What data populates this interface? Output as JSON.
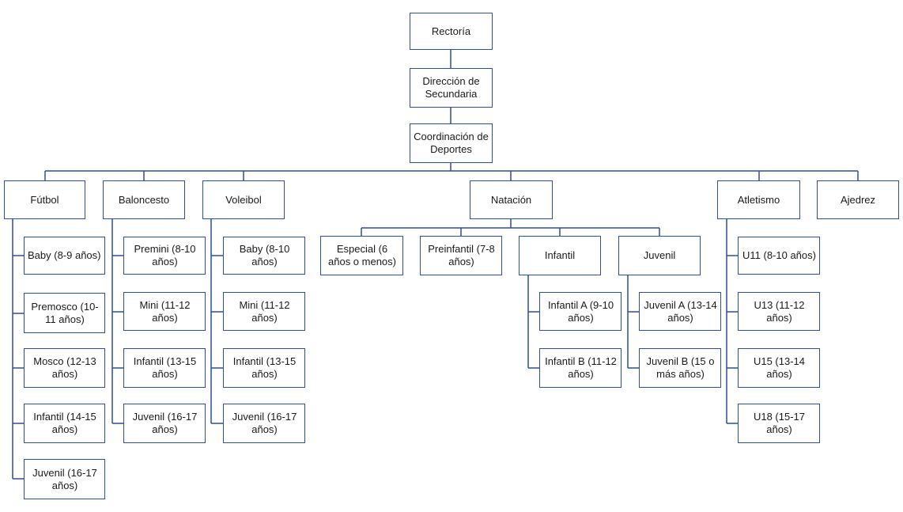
{
  "root": {
    "label": "Rectoría"
  },
  "direccion": {
    "label": "Dirección de Secundaria"
  },
  "coordinacion": {
    "label": "Coordinación de Deportes"
  },
  "sports": {
    "futbol": {
      "label": "Fútbol",
      "children": [
        "Baby (8-9 años)",
        "Premosco (10-11 años)",
        "Mosco (12-13 años)",
        "Infantil (14-15 años)",
        "Juvenil (16-17 años)"
      ]
    },
    "baloncesto": {
      "label": "Baloncesto",
      "children": [
        "Premini (8-10 años)",
        "Mini (11-12 años)",
        "Infantil (13-15 años)",
        "Juvenil (16-17 años)"
      ]
    },
    "voleibol": {
      "label": "Voleibol",
      "children": [
        "Baby (8-10 años)",
        "Mini (11-12 años)",
        "Infantil (13-15 años)",
        "Juvenil (16-17 años)"
      ]
    },
    "natacion": {
      "label": "Natación",
      "groups": [
        "Especial (6 años o menos)",
        "Preinfantil (7-8 años)",
        "Infantil",
        "Juvenil"
      ],
      "infantil_children": [
        "Infantil A (9-10 años)",
        "Infantil B (11-12 años)"
      ],
      "juvenil_children": [
        "Juvenil A (13-14 años)",
        "Juvenil B (15 o más años)"
      ]
    },
    "atletismo": {
      "label": "Atletismo",
      "children": [
        "U11 (8-10 años)",
        "U13 (11-12 años)",
        "U15 (13-14 años)",
        "U18 (15-17 años)"
      ]
    },
    "ajedrez": {
      "label": "Ajedrez"
    }
  }
}
